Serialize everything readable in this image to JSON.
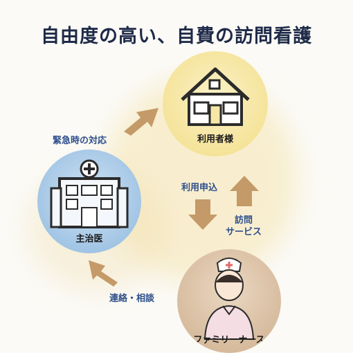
{
  "title": "自由度の高い、自費の訪問看護",
  "nodes": {
    "home": {
      "label": "利用者様",
      "icon": "house-icon"
    },
    "doctor": {
      "label": "主治医",
      "icon": "hospital-icon"
    },
    "nurse": {
      "label": "ファミリーナース",
      "icon": "nurse-icon"
    }
  },
  "edges": {
    "emergency": "緊急時の対応",
    "request": "利用申込",
    "service": "訪問\nサービス",
    "contact": "連絡・相談"
  },
  "colors": {
    "arrow": "#c49a68",
    "home_bg": "#f6e7a6",
    "doctor_bg": "#a9cbe8",
    "nurse_bg": "#dcc3a8",
    "title": "#1e2a48",
    "edge_label": "#2e4f8c"
  }
}
